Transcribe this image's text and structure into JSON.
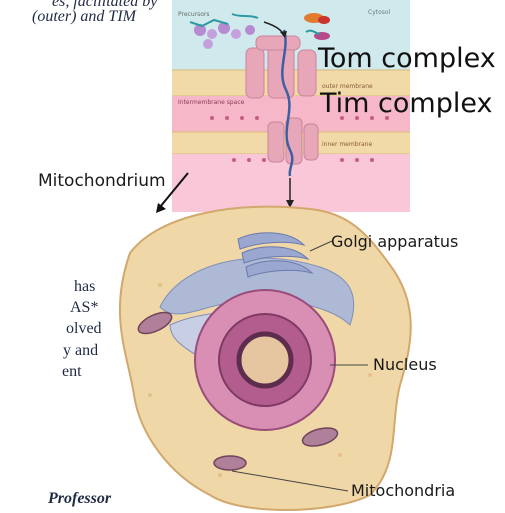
{
  "caption": {
    "line1": "es, facilitated by",
    "line2": "(outer) and TIM"
  },
  "body_text": {
    "lines": [
      "has",
      "AS*",
      "olved",
      "y and",
      "ent"
    ]
  },
  "credit": "Professor",
  "inset": {
    "cytosol": "Cytosol",
    "precursor": "Precursors",
    "outer_membrane": "outer membrane",
    "intermembrane_space": "Intermembrane space",
    "inner_membrane": "inner membrane",
    "tom_label": "Tom complex",
    "tim_label": "Tim complex"
  },
  "cell_labels": {
    "mitochondrion": "Mitochondrium",
    "golgi": "Golgi apparatus",
    "nucleus": "Nucleus",
    "mitochondria": "Mitochondria"
  },
  "colors": {
    "cytosol_bg": "#cfe9ec",
    "membrane": "#f2d9a8",
    "intermembrane": "#f6b8c8",
    "matrix": "#f9c7d7",
    "cell": "#f0d7a8",
    "nucleus": "#b35d8f",
    "golgi": "#8f9fc6"
  }
}
